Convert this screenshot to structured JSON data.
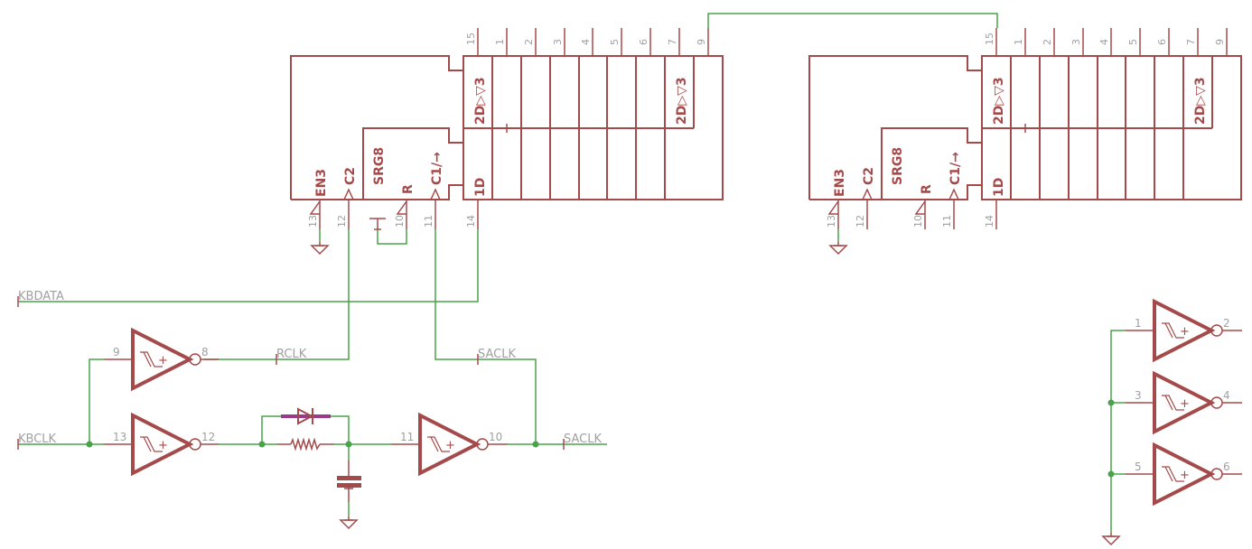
{
  "diagram": {
    "type": "schematic",
    "colors": {
      "symbol": "#a54a4a",
      "wire": "#4aa34a",
      "label": "#a0a0a0",
      "diode_highlight": "#9b3a8c"
    },
    "shift_registers": [
      {
        "id": "U1",
        "block_labels": {
          "en": "EN3",
          "clk2": "C2",
          "srg": "SRG8",
          "reset": "R",
          "clk1": "C1/→",
          "d1": "1D",
          "d2_first": "2D▷▽3",
          "d2_last": "2D▷▽3"
        },
        "top_pins": [
          "15",
          "1",
          "2",
          "3",
          "4",
          "5",
          "6",
          "7",
          "9"
        ],
        "bottom_pins": {
          "en": "13",
          "clk2": "12",
          "reset": "10",
          "clk1": "11",
          "data": "14"
        }
      },
      {
        "id": "U2",
        "block_labels": {
          "en": "EN3",
          "clk2": "C2",
          "srg": "SRG8",
          "reset": "R",
          "clk1": "C1/→",
          "d1": "1D",
          "d2_first": "2D▷▽3",
          "d2_last": "2D▷▽3"
        },
        "top_pins": [
          "15",
          "1",
          "2",
          "3",
          "4",
          "5",
          "6",
          "7",
          "9"
        ],
        "bottom_pins": {
          "en": "13",
          "clk2": "12",
          "reset": "10",
          "clk1": "11",
          "data": "14"
        }
      }
    ],
    "inverters": [
      {
        "in": "9",
        "out": "8"
      },
      {
        "in": "13",
        "out": "12"
      },
      {
        "in": "11",
        "out": "10"
      },
      {
        "in": "1",
        "out": "2"
      },
      {
        "in": "3",
        "out": "4"
      },
      {
        "in": "5",
        "out": "6"
      }
    ],
    "net_labels": {
      "kbdata": "KBDATA",
      "kbclk": "KBCLK",
      "rclk": "RCLK",
      "saclk_top": "SACLK",
      "saclk_out": "SACLK"
    },
    "schmitt_plus": "+"
  }
}
